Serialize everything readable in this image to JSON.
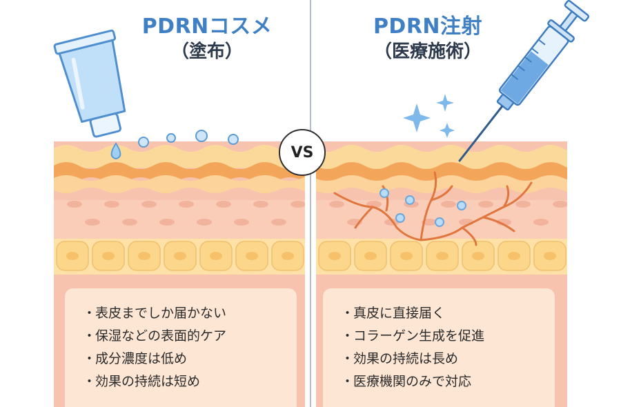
{
  "left": {
    "title": "PDRNコスメ",
    "subtitle": "（塗布）",
    "points": [
      "表皮までしか届かない",
      "保湿などの表面的ケア",
      "成分濃度は低め",
      "効果の持続は短め"
    ]
  },
  "right": {
    "title": "PDRN注射",
    "subtitle": "（医療施術）",
    "points": [
      "真皮に直接届く",
      "コラーゲン生成を促進",
      "効果の持続は長め",
      "医療機関のみで対応"
    ]
  },
  "vs_label": "VS",
  "bullet": "・",
  "colors": {
    "title_blue": "#3f7fc4",
    "epidermis_yellow": "#f9c878",
    "epidermis_orange": "#f4a34e",
    "dermis_pink": "#f6c0ad",
    "cell_yellow": "#fbd98c",
    "card_bg": "#fde6d4",
    "vessel_orange": "#e0763e",
    "droplet_blue": "#8fc1ea"
  },
  "icons": [
    "cream-tube-icon",
    "syringe-icon",
    "sparkle-icon",
    "droplet-icon"
  ]
}
